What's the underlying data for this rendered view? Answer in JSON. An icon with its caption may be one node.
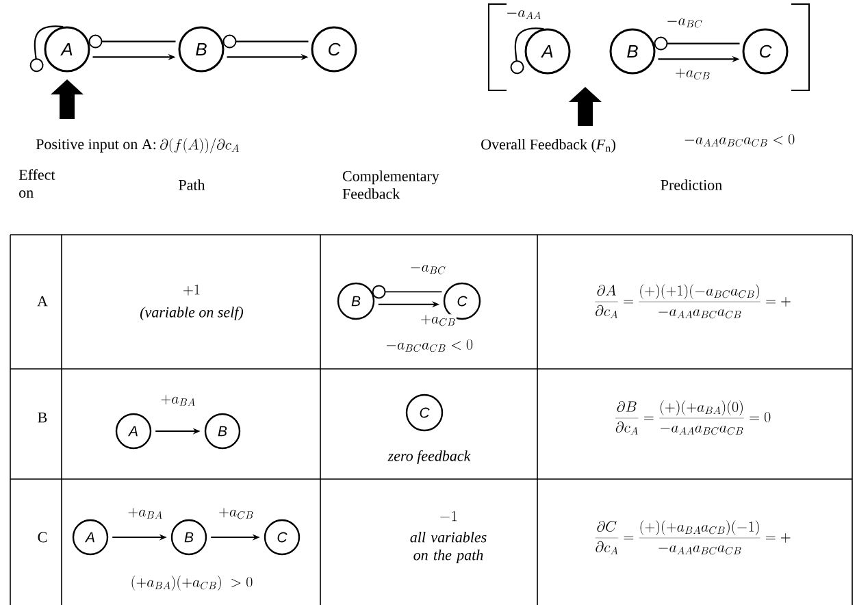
{
  "diagram": {
    "nodes": [
      {
        "text": [
          "A"
        ]
      },
      {
        "text": [
          "B"
        ]
      },
      {
        "text": [
          "C"
        ]
      },
      {
        "text": [
          "A"
        ]
      },
      {
        "text": [
          "B"
        ]
      },
      {
        "text": [
          "C"
        ]
      },
      {
        "text": [
          "B"
        ]
      },
      {
        "text": [
          "C"
        ]
      },
      {
        "text": [
          "A"
        ]
      },
      {
        "text": [
          "B"
        ]
      },
      {
        "text": [
          "C"
        ]
      },
      {
        "text": [
          "A"
        ]
      },
      {
        "text": [
          "B"
        ]
      },
      {
        "text": [
          "C"
        ]
      }
    ],
    "edges": [
      {
        "from": 0,
        "to": 0,
        "arrow": "other"
      },
      {
        "from": 1,
        "to": 0,
        "arrow": "other"
      },
      {
        "from": 0,
        "to": 1,
        "arrow": "to"
      },
      {
        "from": 2,
        "to": 1,
        "arrow": "other"
      },
      {
        "from": 1,
        "to": 2,
        "arrow": "to"
      },
      {
        "from": 3,
        "to": 3,
        "arrow": "other",
        "label": "-a_{AA}"
      },
      {
        "from": 5,
        "to": 4,
        "arrow": "other",
        "label": "-a_{BC}"
      },
      {
        "from": 4,
        "to": 5,
        "arrow": "to",
        "label": "+a_{CB}"
      },
      {
        "from": 7,
        "to": 6,
        "arrow": "other",
        "label": "-a_{BC}"
      },
      {
        "from": 6,
        "to": 7,
        "arrow": "to",
        "label": "+a_{CB}"
      },
      {
        "from": 8,
        "to": 9,
        "arrow": "to",
        "label": "+a_{BA}"
      },
      {
        "from": 11,
        "to": 12,
        "arrow": "to",
        "label": "+a_{BA}"
      },
      {
        "from": 12,
        "to": 13,
        "arrow": "to",
        "label": "+a_{CB}"
      }
    ],
    "labels": [
      "Positive input on A:",
      "\\partial\\big(f(A)\\big)/\\partial c_A",
      "Overall Feedback (*F*$_{n}$)",
      "-a_{AA}a_{BC}a_{CB} < 0",
      "Effect on",
      "Path",
      "Complementary Feedback",
      "Prediction",
      "A",
      "+1",
      "(variable on self)",
      "-a_{BC}a_{CB} < 0",
      "\\frac{\\partial A}{\\partial c_A} = \\frac{(+)(+1)(-a_{BC}a_{CB})}{-a_{AA}a_{BC}a_{CB}} = +",
      "B",
      "zero feedback",
      "\\frac{\\partial B}{\\partial c_A} = \\frac{(+)(+a_{BA})(0)}{-a_{AA}a_{BC}a_{CB}} = 0",
      "C",
      "(+a_{BA})(+a_{CB})\\ > 0",
      "-1",
      "all variables on the path",
      "\\frac{\\partial C}{\\partial c_A} = \\frac{(+)(+a_{BA}a_{CB})(-1)}{-a_{AA}a_{BC}a_{CB}} = +"
    ]
  }
}
